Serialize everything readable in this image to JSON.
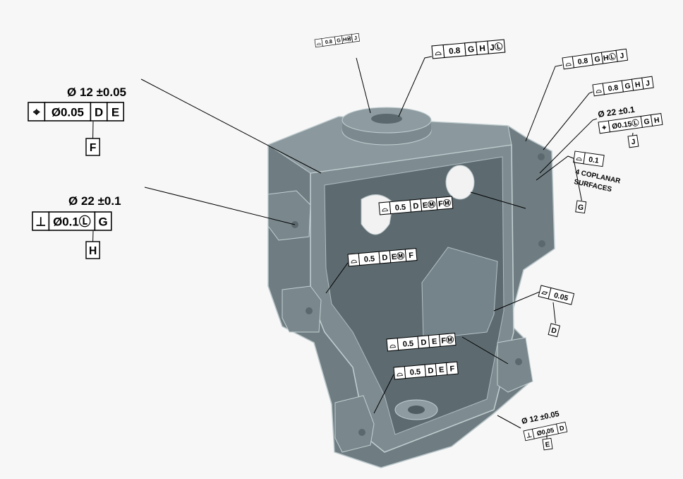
{
  "annotations": {
    "tl": {
      "dim": "Ø  12  ±0.05",
      "cells": [
        "⌖",
        "Ø0.05",
        "D",
        "E"
      ],
      "datum": "F"
    },
    "ml": {
      "dim": "Ø  22  ±0.1",
      "cells": [
        "⊥",
        "Ø0.1Ⓛ",
        "G"
      ],
      "datum": "H"
    },
    "top_small": {
      "cells": [
        "⌓",
        "0.8",
        "G",
        "HⓂ",
        "J"
      ]
    },
    "top": {
      "cells": [
        "⌓",
        "0.8",
        "G",
        "H",
        "JⓁ"
      ]
    },
    "r1": {
      "cells": [
        "⌓",
        "0.8",
        "G",
        "HⓁ",
        "J"
      ]
    },
    "r2": {
      "cells": [
        "⌓",
        "0.8",
        "G",
        "H",
        "J"
      ]
    },
    "r3": {
      "dim": "Ø 22 ±0.1",
      "cells": [
        "⌖",
        "Ø0.15Ⓛ",
        "G",
        "H"
      ],
      "datum": "J"
    },
    "r4": {
      "cells": [
        "⌓",
        "0.1"
      ],
      "note_line1": "4 COPLANAR",
      "note_line2": "SURFACES",
      "datum": "G"
    },
    "r5": {
      "cells": [
        "▱",
        "0.05"
      ],
      "datum": "D"
    },
    "r6": {
      "dim": "Ø 12 ±0.05",
      "cells": [
        "⊥",
        "Ø0.05",
        "D"
      ],
      "datum": "E"
    },
    "c1": {
      "cells": [
        "⌓",
        "0.5",
        "D",
        "EⓂ",
        "FⓂ"
      ]
    },
    "c2": {
      "cells": [
        "⌓",
        "0.5",
        "D",
        "EⓂ",
        "F"
      ]
    },
    "c3": {
      "cells": [
        "⌓",
        "0.5",
        "D",
        "E",
        "FⓂ"
      ]
    },
    "c4": {
      "cells": [
        "⌓",
        "0.5",
        "D",
        "E",
        "F"
      ]
    }
  },
  "colors": {
    "body": "#6f7d82",
    "body_light": "#aab8bc",
    "body_dark": "#55636a",
    "background": "#f7f7f7"
  }
}
